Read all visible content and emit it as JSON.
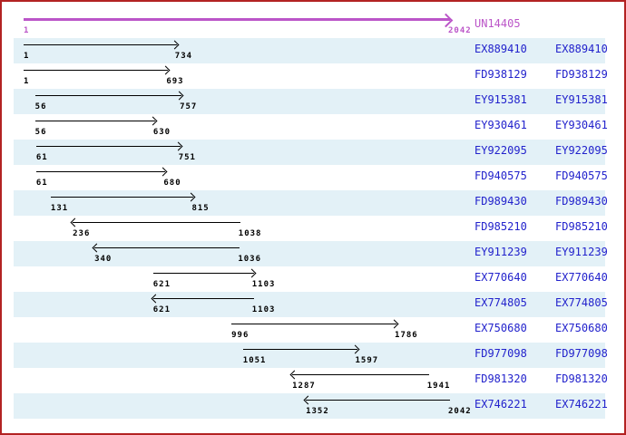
{
  "unigene": {
    "id": "UN14405",
    "start": 1,
    "end": 2042,
    "start_label": "1",
    "end_label": "2042"
  },
  "alignments": [
    {
      "accession": "EX889410",
      "start": 1,
      "end": 734,
      "strand": "+"
    },
    {
      "accession": "FD938129",
      "start": 1,
      "end": 693,
      "strand": "+"
    },
    {
      "accession": "EY915381",
      "start": 56,
      "end": 757,
      "strand": "+"
    },
    {
      "accession": "EY930461",
      "start": 56,
      "end": 630,
      "strand": "+"
    },
    {
      "accession": "EY922095",
      "start": 61,
      "end": 751,
      "strand": "+"
    },
    {
      "accession": "FD940575",
      "start": 61,
      "end": 680,
      "strand": "+"
    },
    {
      "accession": "FD989430",
      "start": 131,
      "end": 815,
      "strand": "+"
    },
    {
      "accession": "FD985210",
      "start": 236,
      "end": 1038,
      "strand": "-"
    },
    {
      "accession": "EY911239",
      "start": 340,
      "end": 1036,
      "strand": "-"
    },
    {
      "accession": "EX770640",
      "start": 621,
      "end": 1103,
      "strand": "+"
    },
    {
      "accession": "EX774805",
      "start": 621,
      "end": 1103,
      "strand": "-"
    },
    {
      "accession": "EX750680",
      "start": 996,
      "end": 1786,
      "strand": "+"
    },
    {
      "accession": "FD977098",
      "start": 1051,
      "end": 1597,
      "strand": "+"
    },
    {
      "accession": "FD981320",
      "start": 1287,
      "end": 1941,
      "strand": "-"
    },
    {
      "accession": "EX746221",
      "start": 1352,
      "end": 2042,
      "strand": "-"
    }
  ],
  "colors": {
    "frame_border": "#b22222",
    "unigene_magenta": "#bb55c8",
    "accession_link": "#2222cc",
    "row_stripe": "#e3f1f7",
    "alignment_arrow": "#000000"
  }
}
